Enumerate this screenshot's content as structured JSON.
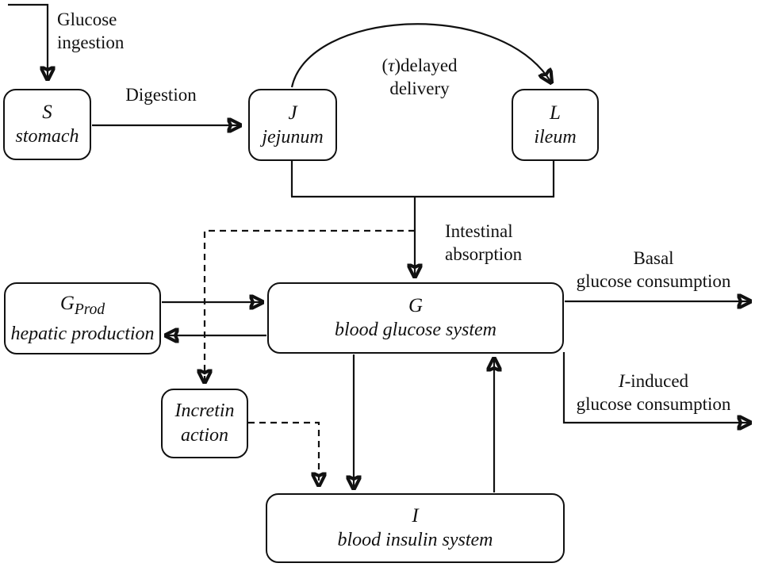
{
  "colors": {
    "line": "#111111",
    "node_fill": "#ffffff",
    "background": "#ffffff"
  },
  "nodes": {
    "stomach": {
      "symbol": "S",
      "name": "stomach"
    },
    "jejunum": {
      "symbol": "J",
      "name": "jejunum"
    },
    "ileum": {
      "symbol": "L",
      "name": "ileum"
    },
    "hepatic": {
      "symbol_main": "G",
      "symbol_sub": "Prod",
      "name": "hepatic production"
    },
    "glucose": {
      "symbol": "G",
      "name": "blood glucose system"
    },
    "incretin": {
      "line1": "Incretin",
      "line2": "action"
    },
    "insulin": {
      "symbol": "I",
      "name": "blood insulin system"
    }
  },
  "labels": {
    "glucose_ingestion": {
      "line1": "Glucose",
      "line2": "ingestion"
    },
    "digestion": "Digestion",
    "delayed_delivery": {
      "open": "(",
      "tau": "τ",
      "rest": ")delayed",
      "line2": "delivery"
    },
    "intestinal_absorption": {
      "line1": "Intestinal",
      "line2": "absorption"
    },
    "basal_consumption": {
      "line1": "Basal",
      "line2": "glucose consumption"
    },
    "induced_consumption": {
      "line1_italic": "I",
      "line1_rest": "-induced",
      "line2": "glucose consumption"
    }
  }
}
